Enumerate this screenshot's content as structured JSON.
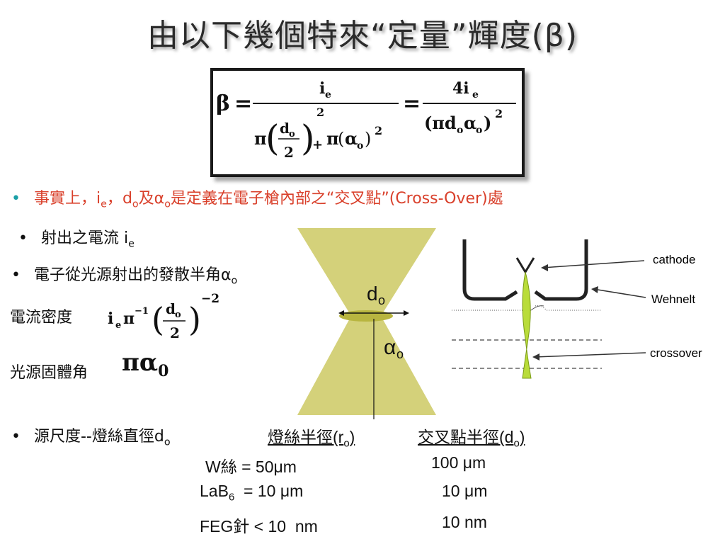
{
  "title": "由以下幾個特來“定量”輝度(β)",
  "formula": {
    "beta": "β",
    "eq": "=",
    "num1": "i",
    "num1_sub": "e",
    "num2": "4i",
    "num2_sub": "e",
    "pi": "π",
    "d": "d",
    "d_sub": "o",
    "two": "2",
    "exp": "2",
    "alpha": "α",
    "alpha_sub": "o",
    "den2": "(πd",
    "den2_sub": "o",
    "den2_alpha": "α",
    "den2_alpha_sub": "o",
    "den2_close": ")"
  },
  "bullets": {
    "b1": {
      "bullet": "•",
      "text_a": "事實上，",
      "ie": "i",
      "ie_sub": "e",
      "comma": "，",
      "d": "d",
      "d_sub": "o",
      "and": "及",
      "alpha": "α",
      "alpha_sub": "o",
      "text_b": "是定義在電子槍內部之“交叉點”(Cross-Over)處"
    },
    "b2": {
      "bullet": "•",
      "text": "射出之電流 i",
      "sub": "e"
    },
    "b3": {
      "bullet": "•",
      "text": "電子從光源射出的發散半角α",
      "sub": "o"
    },
    "density_label": "電流密度",
    "density_formula": {
      "ie": "i",
      "ie_sub": "e",
      "pi": "π",
      "pi_exp": "−1",
      "d": "d",
      "d_sub": "o",
      "two": "2",
      "exp": "−2"
    },
    "solid_label": "光源固體角",
    "solid_formula": {
      "pi_alpha": "πα",
      "sub": "0"
    },
    "b4": {
      "bullet": "•",
      "text": "源尺度--燈絲直徑d",
      "sub": "o"
    }
  },
  "cone_labels": {
    "d": "d",
    "d_sub": "o",
    "alpha": "α",
    "alpha_sub": "o"
  },
  "gun_labels": {
    "cathode": "cathode",
    "wehnelt": "Wehnelt",
    "crossover": "crossover"
  },
  "table": {
    "header_left": "燈絲半徑(r",
    "header_left_sub": "o",
    "header_left_close": ")",
    "header_right": "交叉點半徑(d",
    "header_right_sub": "o",
    "header_right_close": ")",
    "rows": [
      {
        "left": "W絲  =  50μm",
        "right": "100 μm"
      },
      {
        "left_a": "LaB",
        "left_sub": "6",
        "left_b": "  = 10 μm",
        "right": "10 μm"
      },
      {
        "left": "FEG針 < 10  nm",
        "right": "10 nm"
      }
    ]
  },
  "colors": {
    "accent_red": "#d9402b",
    "bullet_teal": "#1a9fa6",
    "cone_fill": "#d4d17a",
    "beam_green": "#b9dc3a"
  }
}
